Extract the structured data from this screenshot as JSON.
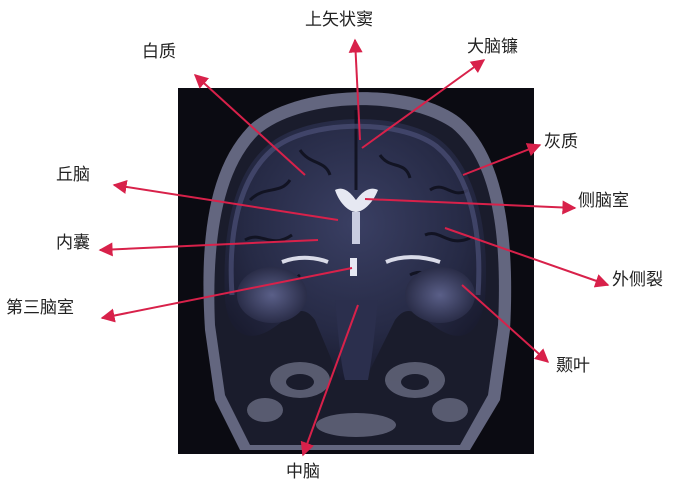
{
  "diagram": {
    "labels": {
      "sagittal_sinus": "上矢状窦",
      "white_matter": "白质",
      "falx": "大脑镰",
      "gray_matter": "灰质",
      "thalamus": "丘脑",
      "lateral_ventricle": "侧脑室",
      "internal_capsule": "内囊",
      "lateral_fissure": "外侧裂",
      "third_ventricle": "第三脑室",
      "temporal_lobe": "颞叶",
      "midbrain": "中脑"
    },
    "colors": {
      "pointer": "#d8214a",
      "scan_background": "#0b0b12",
      "tissue_dark": "#22263c",
      "csf": "#e6e8f2"
    },
    "image_kind": "coronal T2 MRI scan"
  }
}
